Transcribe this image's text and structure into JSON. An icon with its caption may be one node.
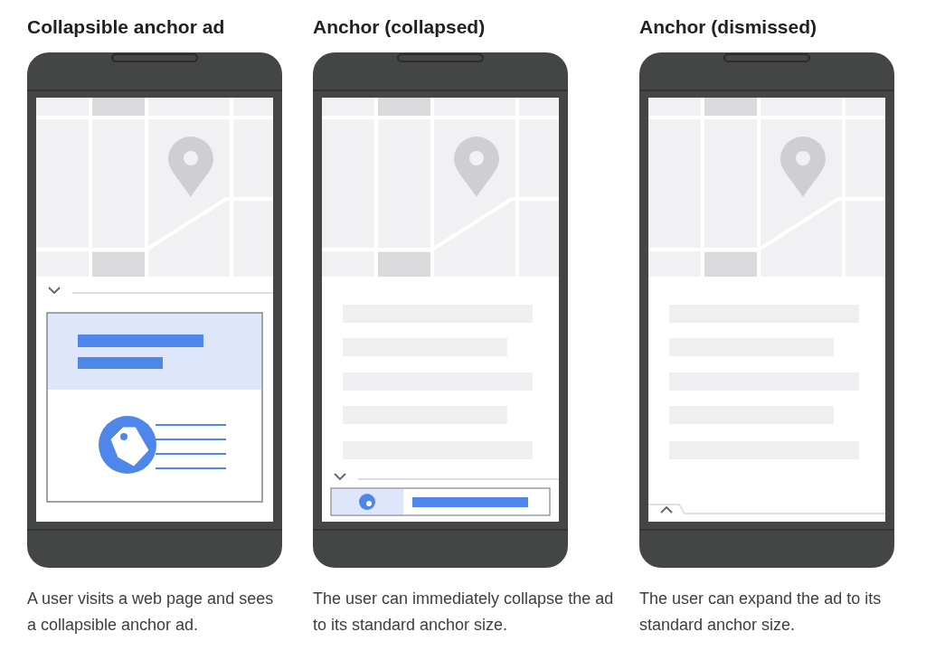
{
  "diagram": {
    "labels": [
      "Collapsible anchor ad",
      "Anchor (collapsed)",
      "Anchor (dismissed)",
      "A user visits a web page and sees a collapsible anchor ad.",
      "The user can immediately collapse the ad to its standard anchor size.",
      "The user can expand the ad to its standard anchor size."
    ]
  }
}
